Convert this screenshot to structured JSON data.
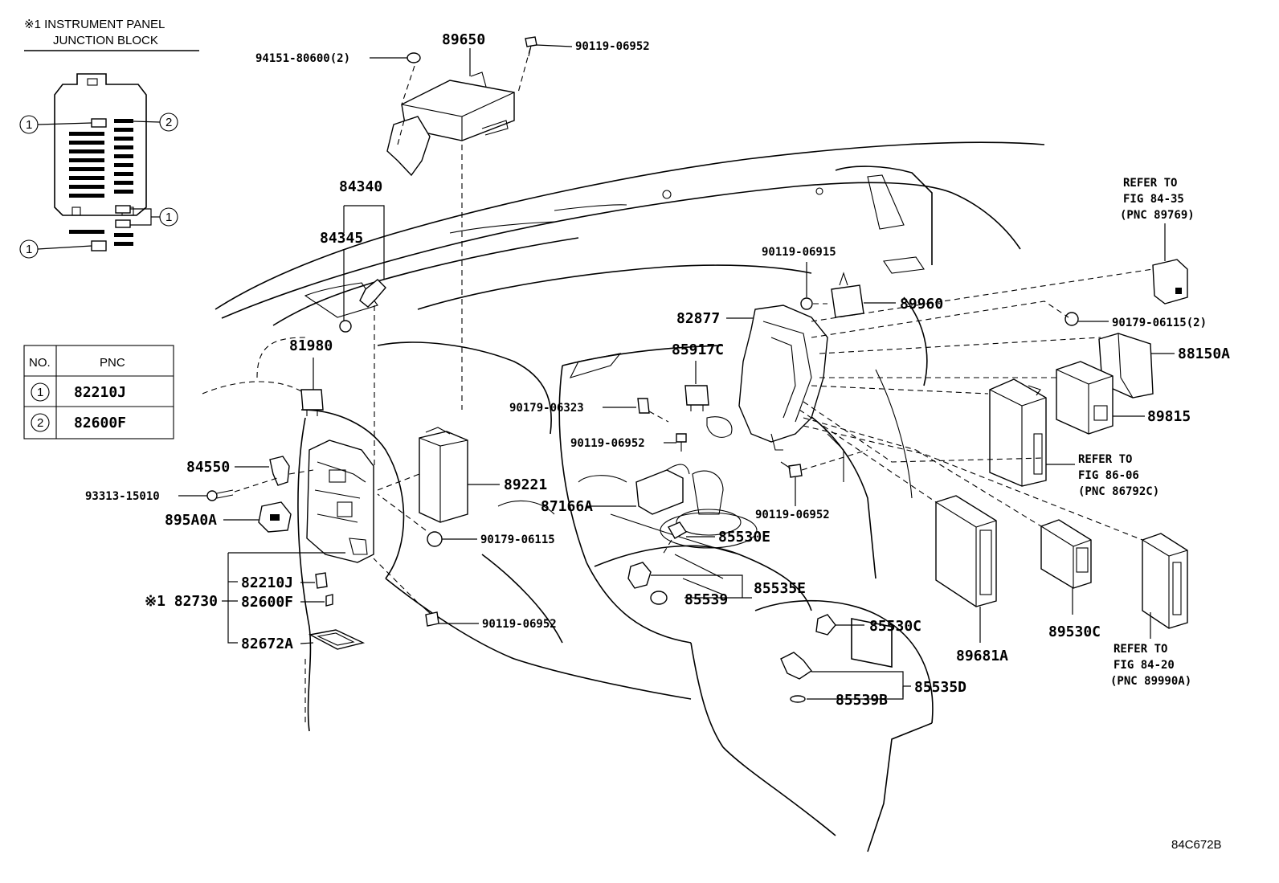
{
  "junction_block": {
    "title_line1": "※1 INSTRUMENT PANEL",
    "title_line2": "JUNCTION BLOCK",
    "callouts": [
      "1",
      "2",
      "1",
      "1"
    ]
  },
  "pnc_table": {
    "headers": [
      "NO.",
      "PNC"
    ],
    "rows": [
      {
        "no": "1",
        "pnc": "82210J"
      },
      {
        "no": "2",
        "pnc": "82600F"
      }
    ]
  },
  "parts": {
    "p89650": "89650",
    "p90119_06952_top": "90119-06952",
    "p94151": "94151-80600(2)",
    "p84340": "84340",
    "p84345": "84345",
    "p81980": "81980",
    "p84550": "84550",
    "p93313": "93313-15010",
    "p895A0A": "895A0A",
    "p89221": "89221",
    "p90179_06323": "90179-06323",
    "p90119_06952_mid": "90119-06952",
    "p87166A": "87166A",
    "p90179_06115": "90179-06115",
    "p82210J": "82210J",
    "p82730": "※1 82730",
    "p82600F": "82600F",
    "p82672A": "82672A",
    "p90119_06952_low": "90119-06952",
    "p85530E": "85530E",
    "p85535E": "85535E",
    "p85539": "85539",
    "p85530C": "85530C",
    "p85535D": "85535D",
    "p85539B": "85539B",
    "p82877": "82877",
    "p85917C": "85917C",
    "p90119_06915": "90119-06915",
    "p89960": "89960",
    "p90119_06952_right": "90119-06952",
    "p90179_06115_2": "90179-06115(2)",
    "p88150A": "88150A",
    "p89815": "89815",
    "p89681A": "89681A",
    "p89530C": "89530C"
  },
  "refer_notes": {
    "r1_line1": "REFER TO",
    "r1_line2": "FIG 84-35",
    "r1_line3": "(PNC 89769)",
    "r2_line1": "REFER TO",
    "r2_line2": "FIG 86-06",
    "r2_line3": "(PNC 86792C)",
    "r3_line1": "REFER TO",
    "r3_line2": "FIG 84-20",
    "r3_line3": "(PNC 89990A)"
  },
  "figure_code": "84C672B"
}
